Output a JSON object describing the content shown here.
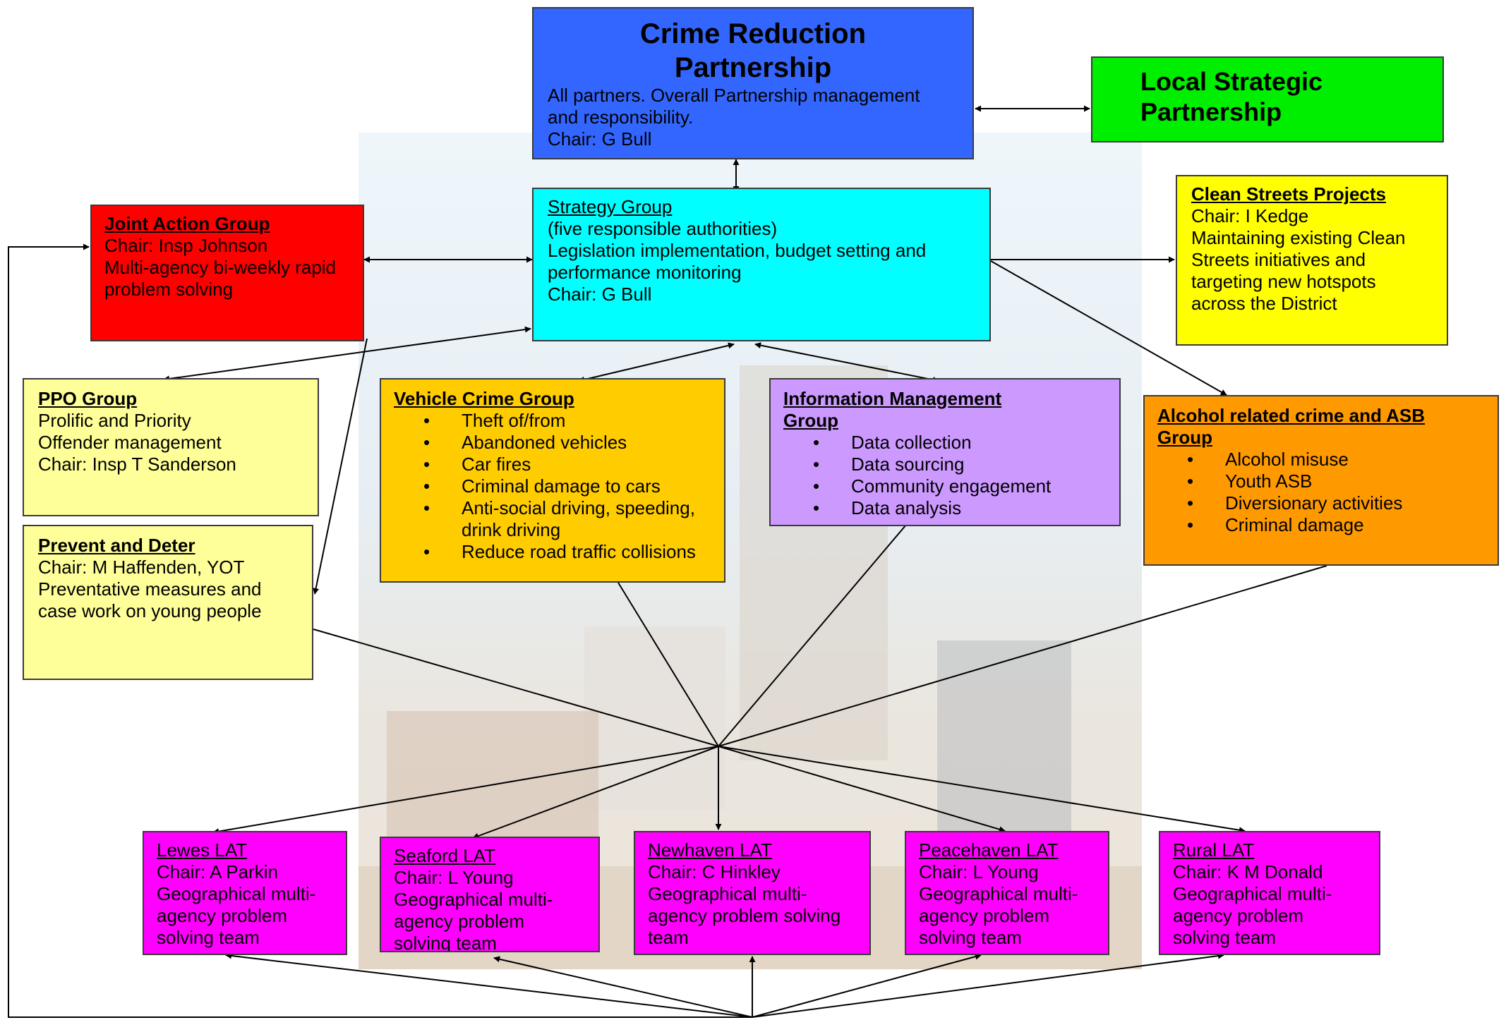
{
  "colors": {
    "crp": "#3366ff",
    "lsp": "#00ee00",
    "strategy": "#00ffff",
    "jag": "#ff0000",
    "clean": "#ffff00",
    "ppo": "#ffff99",
    "prevent": "#ffff99",
    "vehicle": "#ffcc00",
    "info": "#cc99ff",
    "alcohol": "#ff9900",
    "lat": "#ff00ff"
  },
  "crp": {
    "title_line1": "Crime Reduction",
    "title_line2": "Partnership",
    "desc_line1": "All partners.  Overall Partnership management",
    "desc_line2": "and responsibility.",
    "chair": "Chair: G Bull"
  },
  "lsp": {
    "title_line1": "Local Strategic",
    "title_line2": "Partnership"
  },
  "strategy": {
    "title": "Strategy Group",
    "line1": "(five responsible authorities)",
    "line2": "Legislation implementation, budget setting and",
    "line3": "performance monitoring",
    "chair": "Chair: G Bull"
  },
  "jag": {
    "title": "Joint Action Group",
    "chair": "Chair: Insp Johnson",
    "line1": "Multi-agency bi-weekly rapid",
    "line2": "problem solving"
  },
  "clean": {
    "title": "Clean Streets Projects",
    "chair": "Chair: I Kedge",
    "line1": "Maintaining existing Clean",
    "line2": "Streets initiatives and",
    "line3": "targeting new hotspots",
    "line4": "across the District"
  },
  "ppo": {
    "title": "PPO Group",
    "line1": "Prolific and Priority",
    "line2": "Offender management",
    "chair": "Chair: Insp T Sanderson"
  },
  "prevent": {
    "title": "Prevent and Deter",
    "chair": "Chair: M Haffenden, YOT",
    "line1": "Preventative measures and",
    "line2": "case work on young people"
  },
  "vehicle": {
    "title": "Vehicle Crime Group",
    "items": [
      "Theft of/from",
      "Abandoned vehicles",
      "Car fires",
      "Criminal damage to cars",
      "Anti-social driving, speeding, drink driving",
      "Reduce road traffic collisions"
    ]
  },
  "info": {
    "title_line1": "Information Management",
    "title_line2": "Group",
    "items": [
      "Data collection",
      "Data sourcing",
      "Community engagement",
      "Data analysis"
    ]
  },
  "alcohol": {
    "title_line1": "Alcohol related crime and ASB",
    "title_line2": "Group",
    "items": [
      "Alcohol misuse",
      "Youth ASB",
      "Diversionary activities",
      "Criminal damage"
    ]
  },
  "lats": [
    {
      "title": "Lewes LAT",
      "chair": "Chair: A Parkin",
      "line1": "Geographical multi-",
      "line2": "agency problem",
      "line3": "solving team"
    },
    {
      "title": "Seaford LAT",
      "chair": "Chair: L Young",
      "line1": "Geographical multi-",
      "line2": "agency problem",
      "line3": "solving team"
    },
    {
      "title": "Newhaven LAT",
      "chair": "Chair: C Hinkley",
      "line1": "Geographical multi-",
      "line2": "agency problem solving",
      "line3": "team"
    },
    {
      "title": "Peacehaven LAT",
      "chair": "Chair: L Young",
      "line1": "Geographical multi-",
      "line2": "agency problem",
      "line3": "solving team"
    },
    {
      "title": "Rural LAT",
      "chair": "Chair:  K M Donald",
      "line1": "Geographical multi-",
      "line2": "agency problem",
      "line3": "solving team"
    }
  ]
}
